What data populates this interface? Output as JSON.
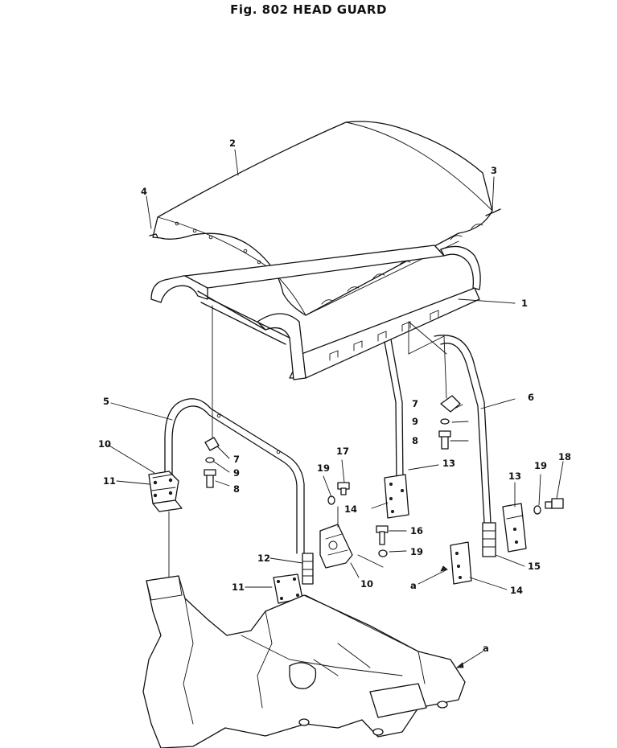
{
  "figure": {
    "title": "Fig. 802   HEAD GUARD"
  },
  "labels": {
    "p1": "1",
    "p2": "2",
    "p3": "3",
    "p4": "4",
    "p5": "5",
    "p6": "6",
    "p7a": "7",
    "p7b": "7",
    "p8a": "8",
    "p8b": "8",
    "p9a": "9",
    "p9b": "9",
    "p10a": "10",
    "p10b": "10",
    "p11a": "11",
    "p11b": "11",
    "p12": "12",
    "p13a": "13",
    "p13b": "13",
    "p14a": "14",
    "p14b": "14",
    "p15": "15",
    "p16": "16",
    "p17": "17",
    "p18": "18",
    "p19a": "19",
    "p19b": "19",
    "p19c": "19",
    "refa1": "a",
    "refa2": "a"
  }
}
